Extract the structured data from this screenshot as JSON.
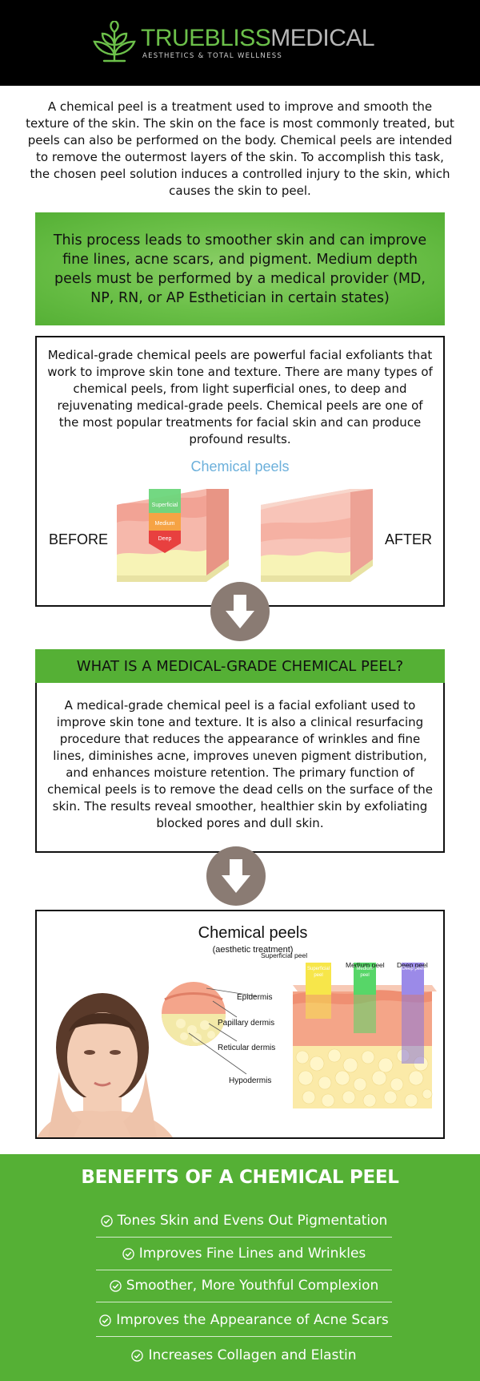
{
  "brand": {
    "part1": "TRUE",
    "part2": "BLISS",
    "part3": "MEDICAL",
    "tagline": "AESTHETICS & TOTAL WELLNESS",
    "leaf_color": "#6cc04a"
  },
  "intro": "A chemical peel is a treatment used to improve and smooth the texture of the skin. The skin on the face is most commonly treated, but peels can also be performed on the body. Chemical peels are intended to remove the outermost layers of the skin. To accomplish this task, the chosen peel solution induces a controlled injury to the skin, which causes the skin to peel.",
  "highlight": "This process leads to smoother skin and can improve fine lines, acne scars, and pigment. Medium depth peels must be performed by a medical provider (MD, NP, RN, or AP Esthetician in certain states)",
  "card1": {
    "text": "Medical-grade chemical peels are powerful facial exfoliants that work to improve skin tone and texture. There are many types of chemical peels, from light superficial ones, to deep and rejuvenating medical-grade peels. Chemical peels are one of the most popular treatments for facial skin and can produce profound results.",
    "illustration_title": "Chemical peels",
    "before": "BEFORE",
    "after": "AFTER",
    "depths": [
      "Superficial",
      "Medium",
      "Deep"
    ]
  },
  "card2": {
    "heading": "WHAT IS A MEDICAL-GRADE CHEMICAL PEEL?",
    "text": "A medical-grade chemical peel is a facial exfoliant used to improve skin tone and texture. It is also a clinical resurfacing procedure that reduces the appearance of wrinkles and fine lines, diminishes acne, improves uneven pigment distribution, and enhances moisture retention. The primary function of chemical peels is to remove the dead cells on the surface of the skin. The results reveal smoother, healthier skin by exfoliating blocked pores and dull skin."
  },
  "card3": {
    "title": "Chemical peels",
    "subtitle": "(aesthetic treatment)",
    "layers": [
      "Epidermis",
      "Papillary dermis",
      "Reticular dermis",
      "Hypodermis"
    ],
    "peel_types": [
      "Superficial peel",
      "Medium peel",
      "Deep peel"
    ],
    "peel_bar_labels": [
      "Superficial peel",
      "Medium peel",
      "Deep peel"
    ]
  },
  "benefits": {
    "title": "BENEFITS OF A CHEMICAL PEEL",
    "items": [
      "Tones Skin and Evens Out Pigmentation",
      "Improves Fine Lines and Wrinkles",
      "Smoother, More Youthful Complexion",
      "Improves the Appearance of Acne Scars",
      "Increases Collagen and Elastin"
    ]
  },
  "colors": {
    "green": "#55b035",
    "arrow": "#8a7b73",
    "accent_blue": "#6cb0db"
  }
}
